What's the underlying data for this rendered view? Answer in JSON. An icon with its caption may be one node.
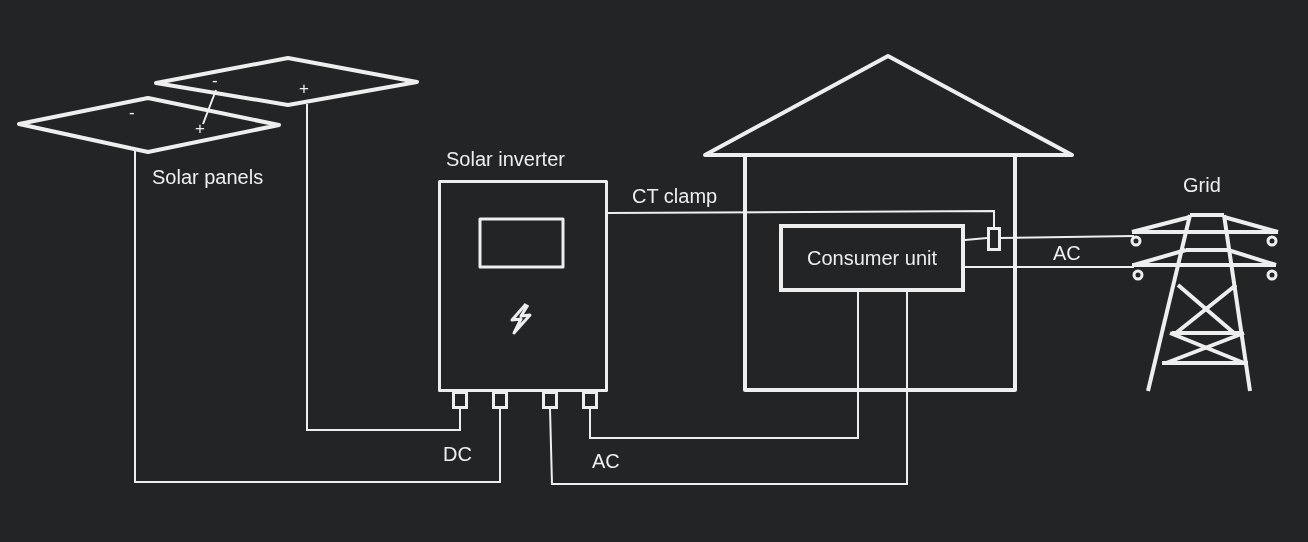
{
  "diagram": {
    "nodes": [
      {
        "text": [],
        "shape": "picture"
      },
      {
        "text": [],
        "shape": "picture"
      },
      {
        "text": [
          "Solar inverter"
        ]
      },
      {
        "text": [],
        "shape": "box"
      },
      {
        "text": [],
        "shape": "box"
      },
      {
        "text": [],
        "shape": "box"
      },
      {
        "text": [],
        "shape": "box"
      },
      {
        "text": [],
        "shape": "picture"
      },
      {
        "text": [
          "Consumer unit"
        ],
        "in": 7
      },
      {
        "text": [],
        "shape": "box",
        "in": 7
      },
      {
        "text": [
          "Grid"
        ]
      }
    ],
    "edges": [
      {
        "from": 0,
        "to": 1,
        "arrow": "none"
      },
      {
        "from": 1,
        "to": 3,
        "arrow": "none"
      },
      {
        "from": 0,
        "to": 4,
        "arrow": "none"
      },
      {
        "from": 5,
        "to": 8,
        "arrow": "none"
      },
      {
        "from": 6,
        "to": 8,
        "arrow": "none"
      },
      {
        "from": 2,
        "to": 9,
        "label": "CT clamp",
        "arrow": "none"
      },
      {
        "from": 8,
        "to": 9,
        "arrow": "none"
      },
      {
        "from": 9,
        "to": 10,
        "arrow": "none"
      },
      {
        "from": 8,
        "to": 10,
        "arrow": "none"
      }
    ],
    "labels": [
      "-",
      "+",
      "-",
      "+",
      "Solar panels",
      "DC",
      "AC",
      "AC"
    ]
  }
}
